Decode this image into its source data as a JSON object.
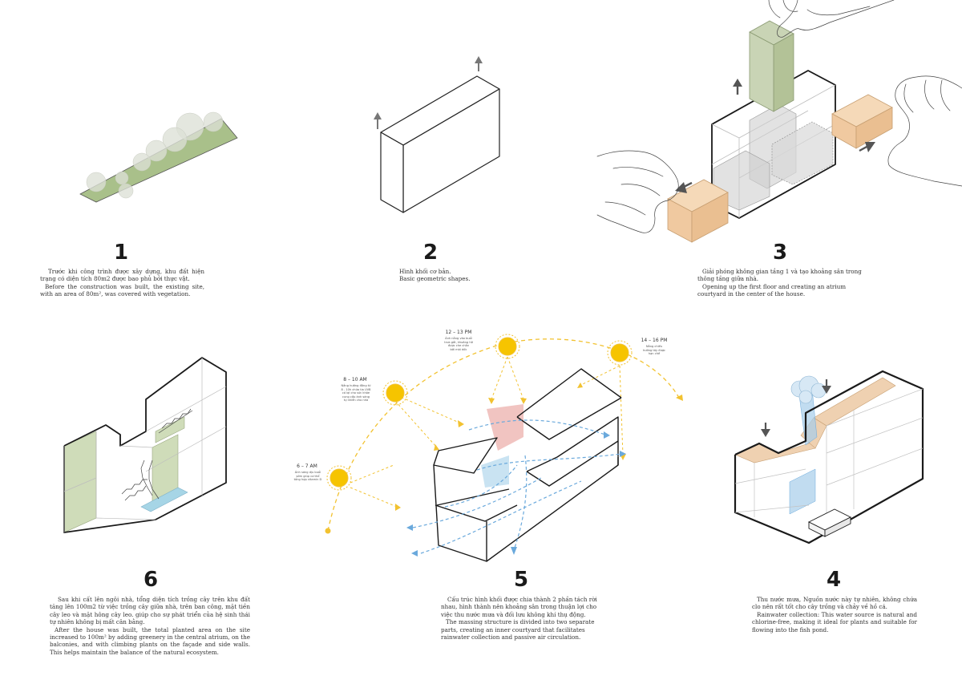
{
  "colors": {
    "vegetation": "#a9c08a",
    "tree": "#dde0d6",
    "line": "#1a1a1a",
    "arrow": "#777777",
    "timber": "#f0c9a0",
    "sun": "#f6c400",
    "sun_path": "#f2c230",
    "wind": "#6aa9dc",
    "pink": "#e99a96",
    "water": "#a6cdea"
  },
  "panels": [
    {
      "number": "1",
      "caption_vi": "Trước khi công trình được xây dựng, khu đất hiện trạng có diện tích 80m2 được bao phủ bởi thực vật.",
      "caption_en": "Before the construction was built, the existing site, with an area of 80m², was covered with vegetation."
    },
    {
      "number": "2",
      "caption_vi": "Hình khối cơ bản.",
      "caption_en": "Basic geometric shapes."
    },
    {
      "number": "3",
      "caption_vi": "Giải phóng không gian tầng 1 và tạo khoảng sân trong thông tầng giữa nhà.",
      "caption_en": "Opening up the first floor and creating an atrium courtyard in the center of the house."
    },
    {
      "number": "4",
      "caption_vi": "Thu nước mưa, Nguồn nước này tự nhiên, không chứa clo nên rất tốt cho cây trồng và chảy về hồ cá.",
      "caption_en": "Rainwater collection: This water source is natural and chlorine-free, making it ideal for plants and suitable for flowing into the fish pond."
    },
    {
      "number": "5",
      "caption_vi": "Cấu trúc hình khối được chia thành 2 phần tách rời nhau, hình thành nên khoảng sân trong thuận lợi cho việc thu nước mưa và đối lưu không khí thụ động.",
      "caption_en": "The massing structure is divided into two separate parts, creating an inner courtyard that facilitates rainwater collection and passive air circulation."
    },
    {
      "number": "6",
      "caption_vi": "Sau khi cất lên ngôi nhà, tổng diện tích trồng cây trên khu đất tăng lên 100m2 từ việc trồng cây giữa nhà, trên ban công, mặt tiền cây leo và mặt hông cây leo. giúp cho sự phát triển của hệ sinh thái tự nhiên không bị mất cân bằng.",
      "caption_en": "After the house was built, the total planted area on the site increased to 100m² by adding greenery in the central atrium, on the balconies, and with climbing plants on the façade and side walls. This helps maintain the balance of the natural ecosystem."
    }
  ],
  "sun_times": [
    {
      "time": "6 – 7 AM",
      "note": [
        "Ánh sáng dịu buổi",
        "sớm giúp cơ thể",
        "tổng hợp vitamin D"
      ]
    },
    {
      "time": "8 – 10 AM",
      "note": [
        "Nắng hướng đông từ",
        "8 - 10h chứa tia UVB",
        "có lợi cho sức khỏe",
        "cung cấp ánh sáng",
        "tự nhiên cho nhà"
      ]
    },
    {
      "time": "12 – 13 PM",
      "note": [
        "Ánh nắng vào buổi",
        "trưa gắt, khoảng hở",
        "được che chắn",
        "bởi mái dốc"
      ]
    },
    {
      "time": "14 – 16 PM",
      "note": [
        "Nắng chiều",
        "hướng tây được",
        "hạn chế"
      ]
    }
  ]
}
